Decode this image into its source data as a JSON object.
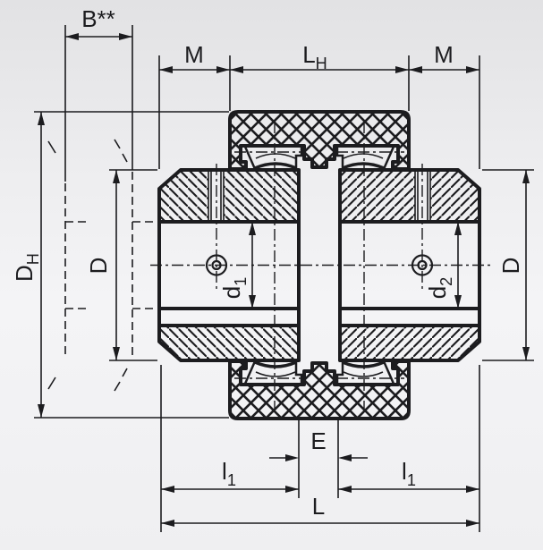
{
  "drawing": {
    "kind": "coupling-cross-section-technical-drawing",
    "colors": {
      "line": "#1c1c1f",
      "bg_top": "#e2e2e4",
      "bg_mid": "#f4f4f6",
      "bg_bottom": "#efeff1"
    },
    "symbols": {
      "setscrew_left": "concentric-circles",
      "setscrew_right": "concentric-circles"
    }
  },
  "dimensions": {
    "b_star": {
      "main": "B**",
      "sub": ""
    },
    "m_left": {
      "main": "M",
      "sub": ""
    },
    "lh": {
      "main": "L",
      "sub": "H"
    },
    "m_right": {
      "main": "M",
      "sub": ""
    },
    "dh": {
      "main": "D",
      "sub": "H"
    },
    "d_left": {
      "main": "D",
      "sub": ""
    },
    "d_right": {
      "main": "D",
      "sub": ""
    },
    "d1": {
      "main": "d",
      "sub": "1"
    },
    "d2": {
      "main": "d",
      "sub": "2"
    },
    "e": {
      "main": "E",
      "sub": ""
    },
    "l1_left": {
      "main": "l",
      "sub": "1"
    },
    "l1_right": {
      "main": "l",
      "sub": "1"
    },
    "l_total": {
      "main": "L",
      "sub": ""
    }
  }
}
